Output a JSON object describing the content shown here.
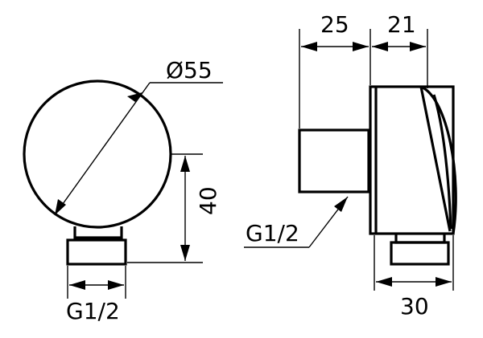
{
  "labels": {
    "diameter": "Ø55",
    "height": "40",
    "thread_front": "G1/2",
    "depth_body": "25",
    "depth_cap": "21",
    "thread_side": "G1/2",
    "width_total": "30"
  },
  "colors": {
    "line": "#000000",
    "background": "#ffffff"
  }
}
